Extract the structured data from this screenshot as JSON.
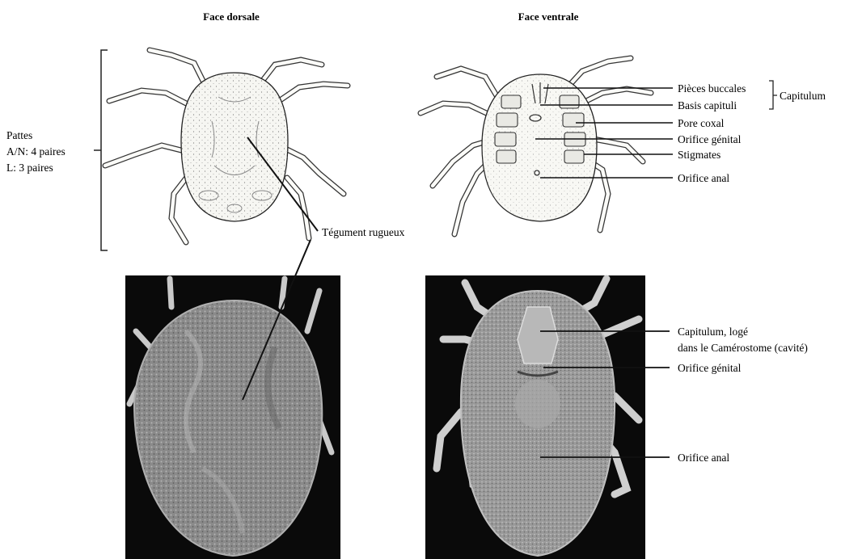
{
  "headings": {
    "dorsal": "Face dorsale",
    "ventral": "Face ventrale"
  },
  "legs_label": {
    "line1": "Pattes",
    "line2": "A/N: 4 paires",
    "line3": "L: 3 paires"
  },
  "drawing_labels": {
    "tegument": "Tégument rugueux",
    "mouthparts": "Pièces buccales",
    "basis": "Basis capituli",
    "capitulum_group": "Capitulum",
    "coxal_pore": "Pore coxal",
    "genital": "Orifice génital",
    "stigmata": "Stigmates",
    "anal": "Orifice anal"
  },
  "photo_labels": {
    "capitulum_line1": "Capitulum, logé",
    "capitulum_line2": "dans le Camérostome (cavité)",
    "genital": "Orifice génital",
    "anal": "Orifice anal"
  },
  "colors": {
    "ink": "#222222",
    "photo_bg": "#0a0a0a",
    "body_fill": "#f6f6f2",
    "photo_body": "#8f8f8f"
  }
}
